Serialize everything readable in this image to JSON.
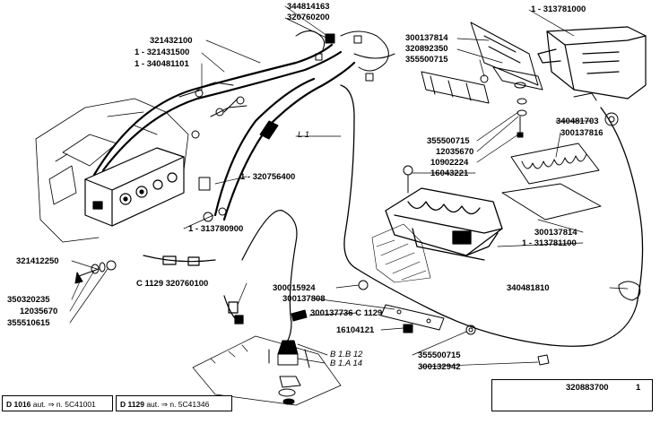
{
  "labels": {
    "l344814163": "344814163",
    "l320760200": "320760200",
    "l321432100": "321432100",
    "l321431500": "1 - 321431500",
    "l340481101": "1 - 340481101",
    "l313781000": "1 - 313781000",
    "l300137814a": "300137814",
    "l320892350": "320892350",
    "l355500715a": "355500715",
    "lL1": "L 1",
    "l340481703": "340481703",
    "l300137816": "300137816",
    "l355500715b": "355500715",
    "l12035670a": "12035670",
    "l10902224": "10902224",
    "l16043221": "16043221",
    "l320756400": "1 - 320756400",
    "l313780900": "1 - 313780900",
    "l300137814b": "300137814",
    "l313781100": "1 - 313781100",
    "l321412250": "321412250",
    "l320760100": "C 1129 320760100",
    "l350320235": "350320235",
    "l12035670b": "12035670",
    "l355510615": "355510615",
    "l300015924": "300015924",
    "l300137808": "300137808",
    "l340481810": "340481810",
    "l300137736": "300137736 C 1129",
    "l16104121": "16104121",
    "lB1B12": "B 1.B 12",
    "lB1A14": "B 1.A 14",
    "l355500715c": "355500715",
    "l300132942": "300132942"
  },
  "footer": {
    "d1016_code": "D 1016",
    "d1016_aut": "aut. ⇒ n. 5C41001",
    "d1129_code": "D 1129",
    "d1129_aut": "aut. ⇒ n. 5C41346"
  },
  "reference": {
    "part": "320883700",
    "qty": "1"
  }
}
